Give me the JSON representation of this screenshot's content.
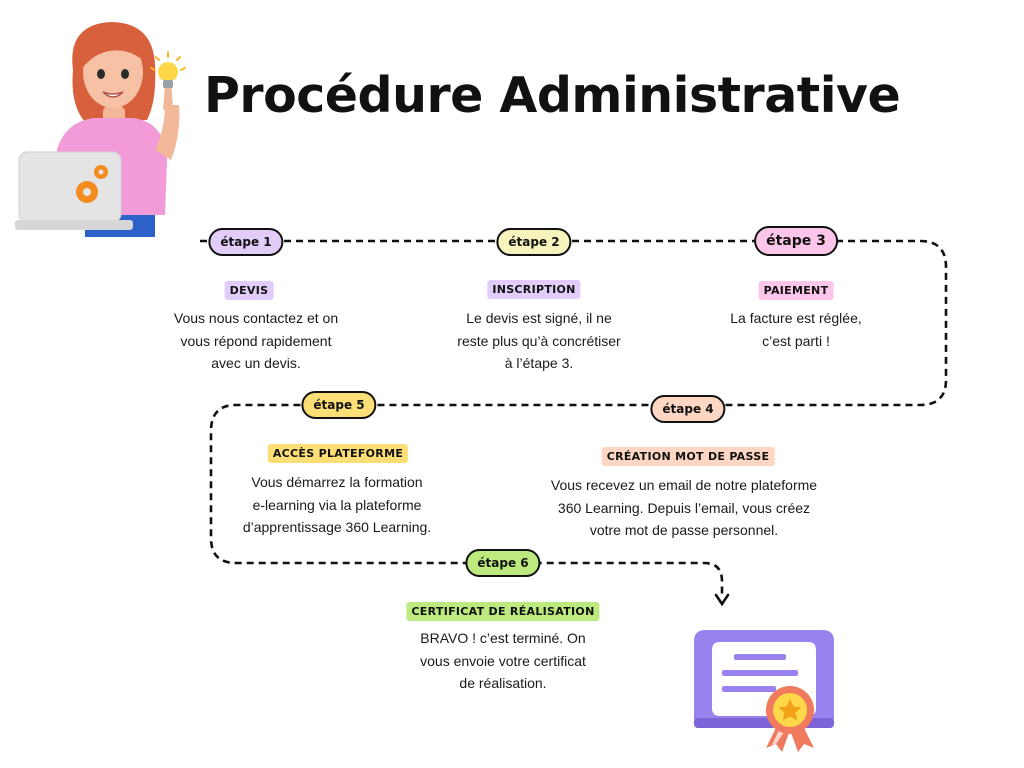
{
  "title": "Procédure Administrative",
  "colors": {
    "step1": "#e2cdfa",
    "step2": "#f6f3bd",
    "step3": "#fcc6ea",
    "step4": "#fdd7c3",
    "step5": "#fbde75",
    "step6": "#bdea7e",
    "path": "#111111",
    "certificate": "#9a82ee"
  },
  "steps": [
    {
      "label": "étape 1",
      "heading": "DEVIS",
      "lines": [
        "Vous nous contactez et on",
        "vous répond rapidement",
        "avec un devis."
      ]
    },
    {
      "label": "étape 2",
      "heading": "INSCRIPTION",
      "lines": [
        "Le devis est signé, il ne",
        "reste plus qu’à concrétiser",
        "à l’étape 3."
      ]
    },
    {
      "label": "étape 3",
      "heading": "PAIEMENT",
      "lines": [
        "La facture est réglée,",
        "c’est parti !"
      ]
    },
    {
      "label": "étape 4",
      "heading": "CRÉATION MOT DE PASSE",
      "lines": [
        "Vous recevez un email de notre plateforme",
        "360 Learning. Depuis l’email, vous créez",
        "votre mot de passe personnel."
      ]
    },
    {
      "label": "étape 5",
      "heading": "ACCÈS PLATEFORME",
      "lines": [
        "Vous démarrez la formation",
        "e-learning via la plateforme",
        "d’apprentissage 360 Learning."
      ]
    },
    {
      "label": "étape 6",
      "heading": "CERTIFICAT DE RÉALISATION",
      "lines": [
        "BRAVO ! c’est terminé. On",
        "vous envoie votre certificat",
        "de réalisation."
      ]
    }
  ],
  "icons": {
    "illustration": "woman-with-laptop-illustration",
    "certificate": "certificate-icon"
  }
}
